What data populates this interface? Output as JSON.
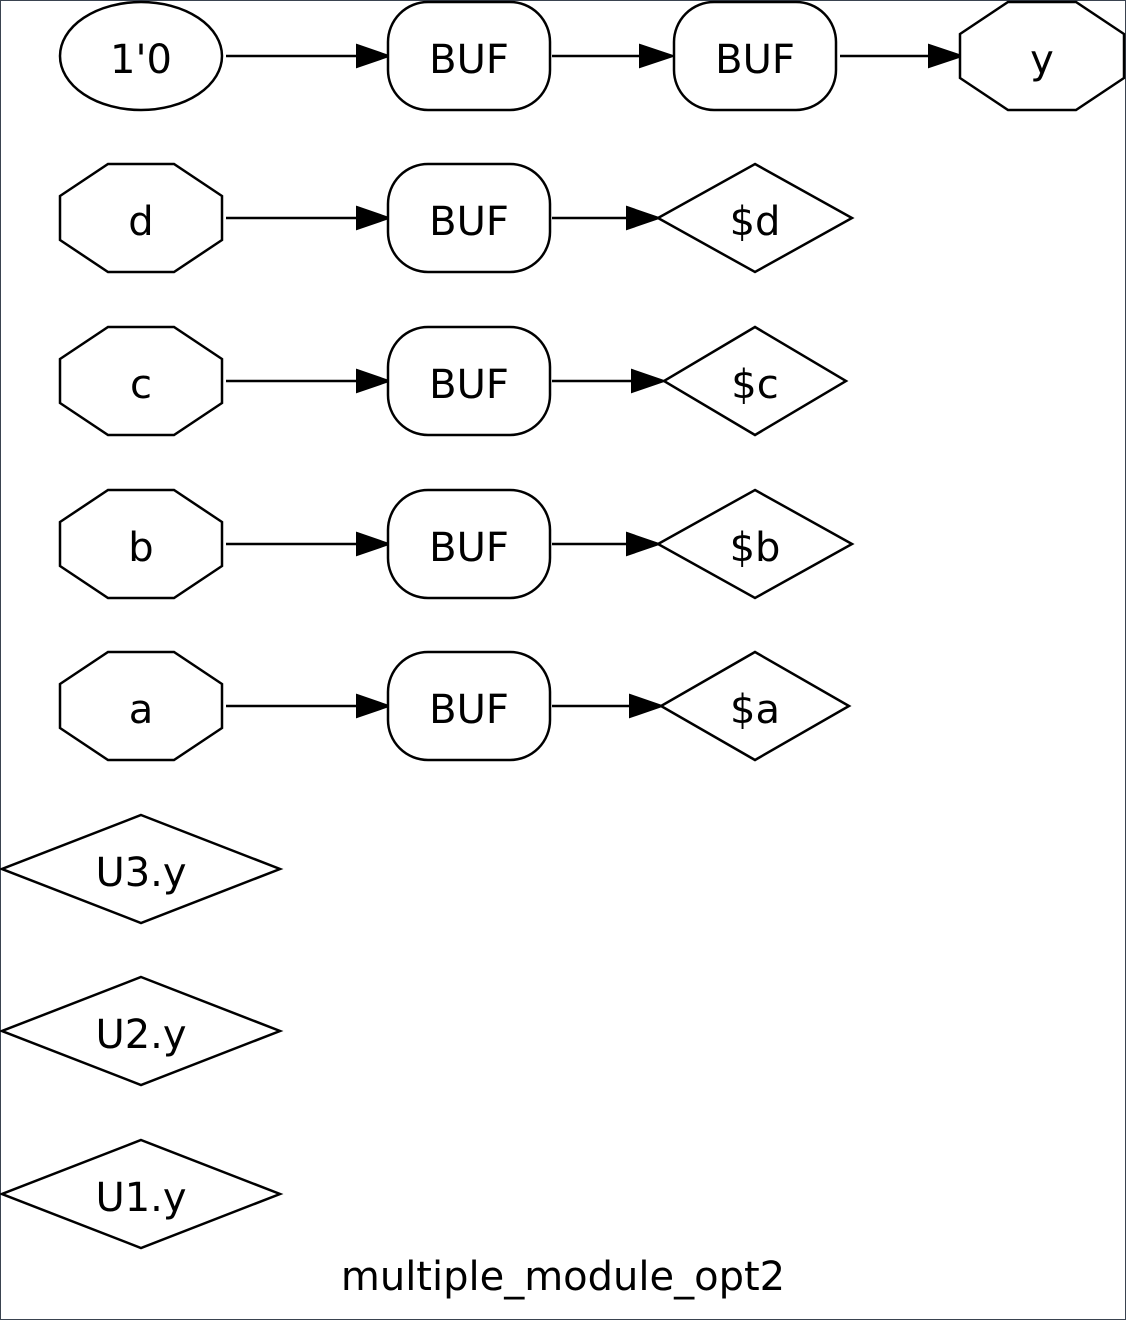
{
  "diagram": {
    "title": "multiple_module_opt2",
    "nodes": {
      "const": {
        "label": "1'0",
        "shape": "ellipse"
      },
      "buf_y1": {
        "label": "BUF",
        "shape": "rounded-rect"
      },
      "buf_y2": {
        "label": "BUF",
        "shape": "rounded-rect"
      },
      "y": {
        "label": "y",
        "shape": "octagon"
      },
      "d": {
        "label": "d",
        "shape": "octagon"
      },
      "buf_d": {
        "label": "BUF",
        "shape": "rounded-rect"
      },
      "sd": {
        "label": "$d",
        "shape": "diamond"
      },
      "c": {
        "label": "c",
        "shape": "octagon"
      },
      "buf_c": {
        "label": "BUF",
        "shape": "rounded-rect"
      },
      "sc": {
        "label": "$c",
        "shape": "diamond"
      },
      "b": {
        "label": "b",
        "shape": "octagon"
      },
      "buf_b": {
        "label": "BUF",
        "shape": "rounded-rect"
      },
      "sb": {
        "label": "$b",
        "shape": "diamond"
      },
      "a": {
        "label": "a",
        "shape": "octagon"
      },
      "buf_a": {
        "label": "BUF",
        "shape": "rounded-rect"
      },
      "sa": {
        "label": "$a",
        "shape": "diamond"
      },
      "u3": {
        "label": "U3.y",
        "shape": "diamond"
      },
      "u2": {
        "label": "U2.y",
        "shape": "diamond"
      },
      "u1": {
        "label": "U1.y",
        "shape": "diamond"
      }
    },
    "edges": [
      [
        "const",
        "buf_y1"
      ],
      [
        "buf_y1",
        "buf_y2"
      ],
      [
        "buf_y2",
        "y"
      ],
      [
        "d",
        "buf_d"
      ],
      [
        "buf_d",
        "sd"
      ],
      [
        "c",
        "buf_c"
      ],
      [
        "buf_c",
        "sc"
      ],
      [
        "b",
        "buf_b"
      ],
      [
        "buf_b",
        "sb"
      ],
      [
        "a",
        "buf_a"
      ],
      [
        "buf_a",
        "sa"
      ]
    ]
  }
}
